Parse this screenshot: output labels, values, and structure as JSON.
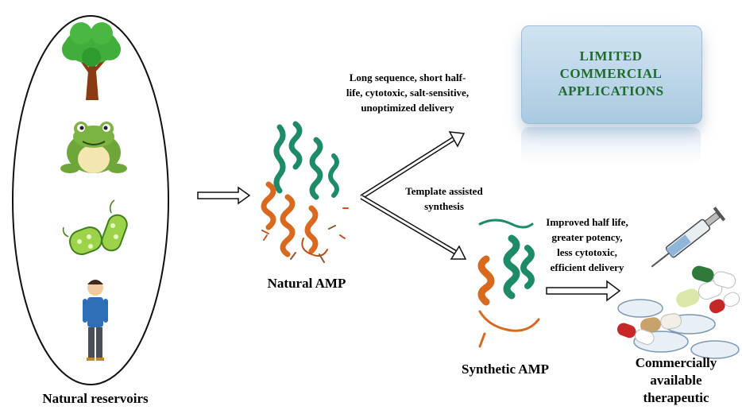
{
  "reservoirs": {
    "caption": "Natural reservoirs",
    "icons": [
      "tree-icon",
      "frog-icon",
      "bacteria-icon",
      "human-icon"
    ]
  },
  "natural_amp": {
    "caption": "Natural AMP"
  },
  "limitations": {
    "text": "Long sequence, short half-life, cytotoxic, salt-sensitive, unoptimized delivery"
  },
  "limited_box": {
    "line1": "LIMITED",
    "line2": "COMMERCIAL",
    "line3": "APPLICATIONS"
  },
  "template": {
    "line1": "Template assisted",
    "line2": "synthesis"
  },
  "synthetic_amp": {
    "caption": "Synthetic AMP"
  },
  "improvements": {
    "line1": "Improved half life,",
    "line2": "greater potency,",
    "line3": "less cytotoxic,",
    "line4": "efficient delivery"
  },
  "therapeutic": {
    "line1": "Commercially",
    "line2": "available",
    "line3": "therapeutic"
  },
  "colors": {
    "helix_green": "#1d8a6a",
    "helix_orange": "#d9691f",
    "box_text": "#1e6b2e",
    "box_fill": "#bcd6e9"
  }
}
